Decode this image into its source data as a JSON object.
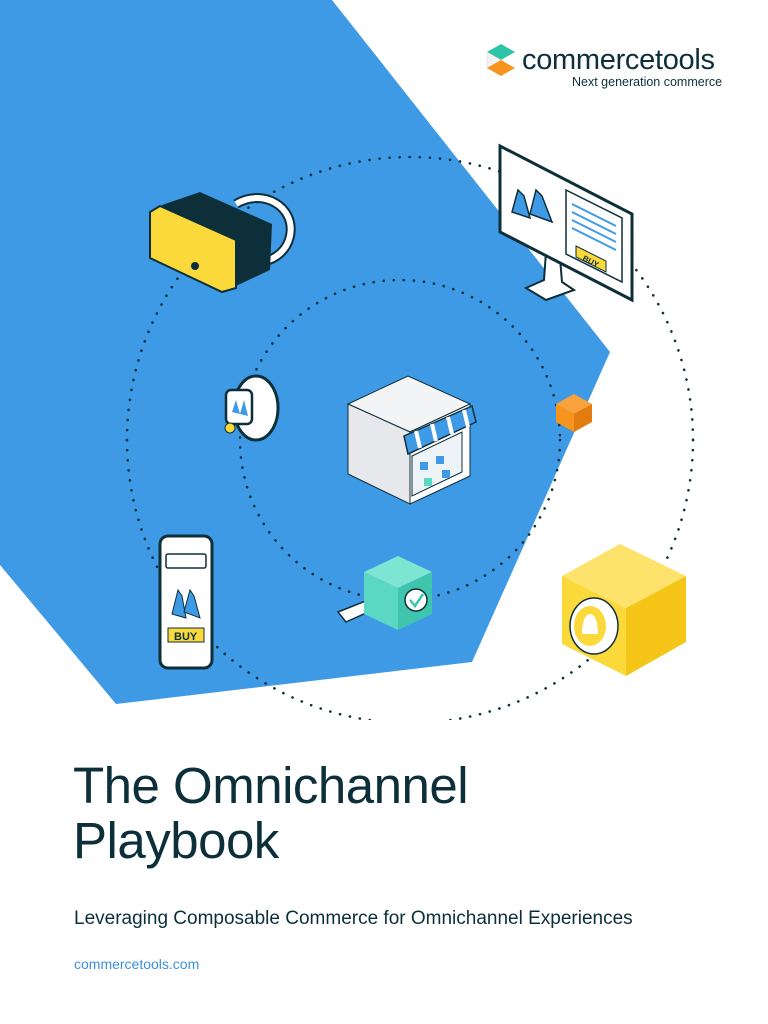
{
  "brand": {
    "name": "commercetools",
    "tagline": "Next generation commerce"
  },
  "cover": {
    "title_line1": "The Omnichannel",
    "title_line2": "Playbook",
    "subtitle": "Leveraging Composable Commerce for Omnichannel Experiences",
    "website": "commercetools.com"
  },
  "illustration": {
    "devices": [
      "vr-headset-icon",
      "desktop-monitor-icon",
      "smartwatch-icon",
      "storefront-icon",
      "smartphone-icon",
      "card-payment-icon",
      "orange-cube-icon",
      "notification-bell-cube-icon"
    ],
    "monitor_button": "BUY",
    "phone_button": "BUY"
  },
  "colors": {
    "hero_blue": "#3f9ae6",
    "dark_text": "#0d2f3a",
    "link_blue": "#3d8fe0",
    "accent_yellow": "#fcd93a",
    "accent_orange": "#f7941d",
    "accent_teal": "#5ad8c3"
  }
}
